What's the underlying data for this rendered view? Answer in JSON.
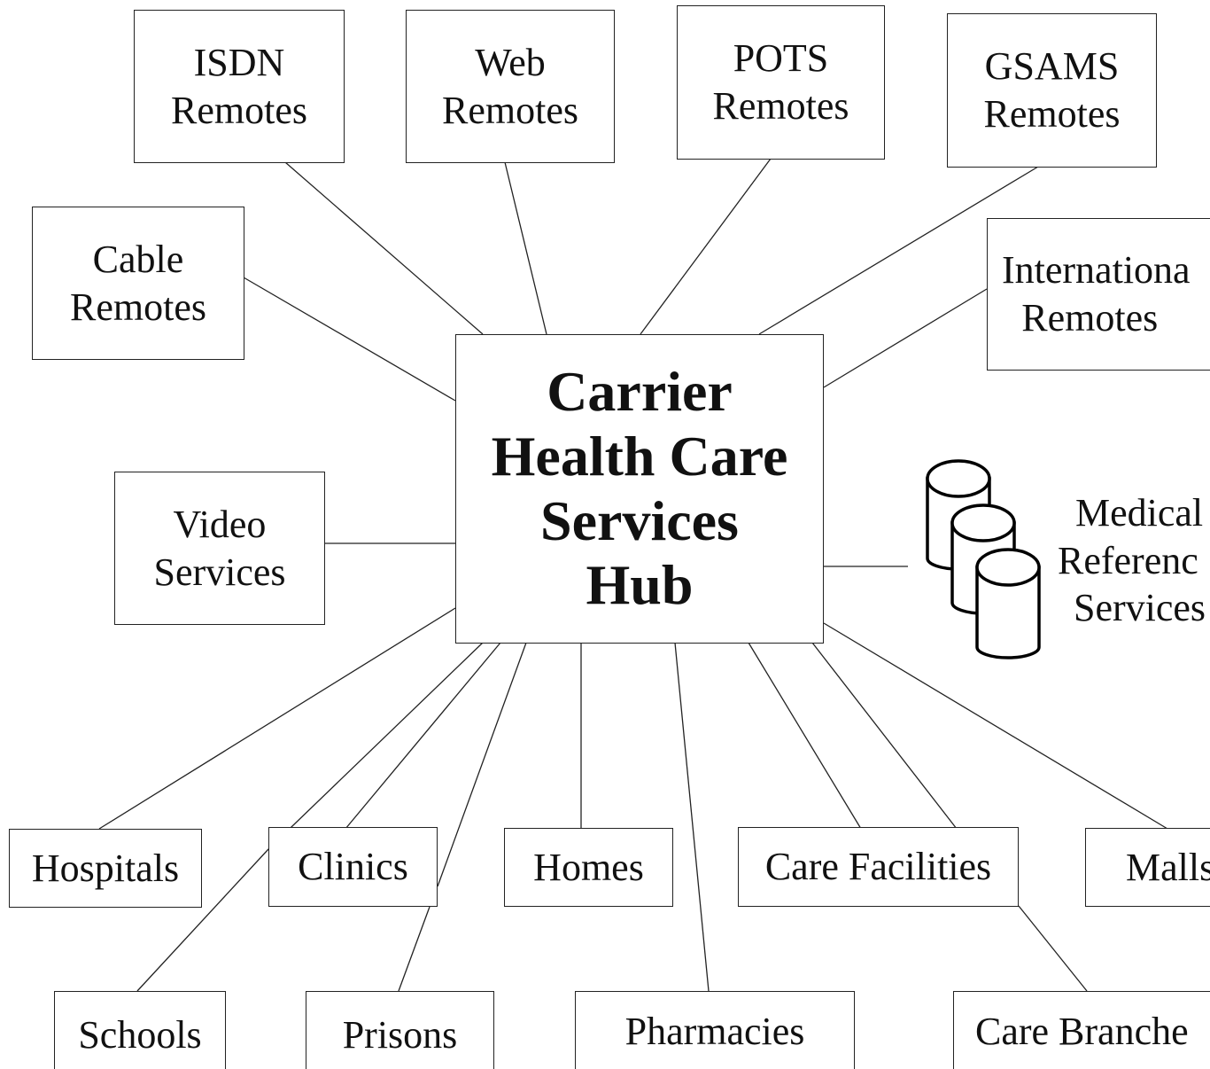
{
  "hub": {
    "line1": "Carrier",
    "line2": "Health Care",
    "line3": "Services",
    "line4": "Hub"
  },
  "remotes": {
    "isdn": {
      "line1": "ISDN",
      "line2": "Remotes"
    },
    "web": {
      "line1": "Web",
      "line2": "Remotes"
    },
    "pots": {
      "line1": "POTS",
      "line2": "Remotes"
    },
    "gsams": {
      "line1": "GSAMS",
      "line2": "Remotes"
    },
    "cable": {
      "line1": "Cable",
      "line2": "Remotes"
    },
    "international": {
      "line1": "Internationa",
      "line2": "Remotes"
    }
  },
  "video_services": {
    "line1": "Video",
    "line2": "Services"
  },
  "medical_reference": {
    "line1": "Medical",
    "line2": "Referenc",
    "line3": "Services",
    "icon": "database-stack-icon"
  },
  "sites_row1": {
    "hospitals": "Hospitals",
    "clinics": "Clinics",
    "homes": "Homes",
    "care_facilities": "Care Facilities",
    "malls": "Malls"
  },
  "sites_row2": {
    "schools": "Schools",
    "prisons": "Prisons",
    "pharmacies": "Pharmacies",
    "care_branches": "Care Branche"
  }
}
